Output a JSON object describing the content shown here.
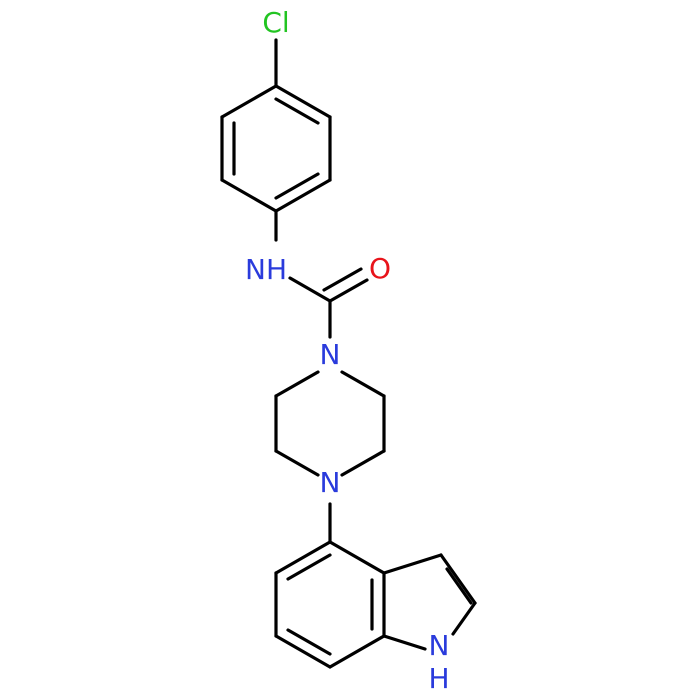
{
  "molecule": {
    "atoms": [
      {
        "id": "cl",
        "label": "Cl",
        "color": "#22c422"
      },
      {
        "id": "nh_amide",
        "label": "NH",
        "color": "#2a3bdc"
      },
      {
        "id": "o",
        "label": "O",
        "color": "#e8141b"
      },
      {
        "id": "n1",
        "label": "N",
        "color": "#2a3bdc"
      },
      {
        "id": "n4",
        "label": "N",
        "color": "#2a3bdc"
      },
      {
        "id": "n_indole",
        "label": "N",
        "color": "#2a3bdc"
      },
      {
        "id": "h_indole",
        "label": "H",
        "color": "#2a3bdc"
      }
    ],
    "bond_color": "#000000"
  }
}
